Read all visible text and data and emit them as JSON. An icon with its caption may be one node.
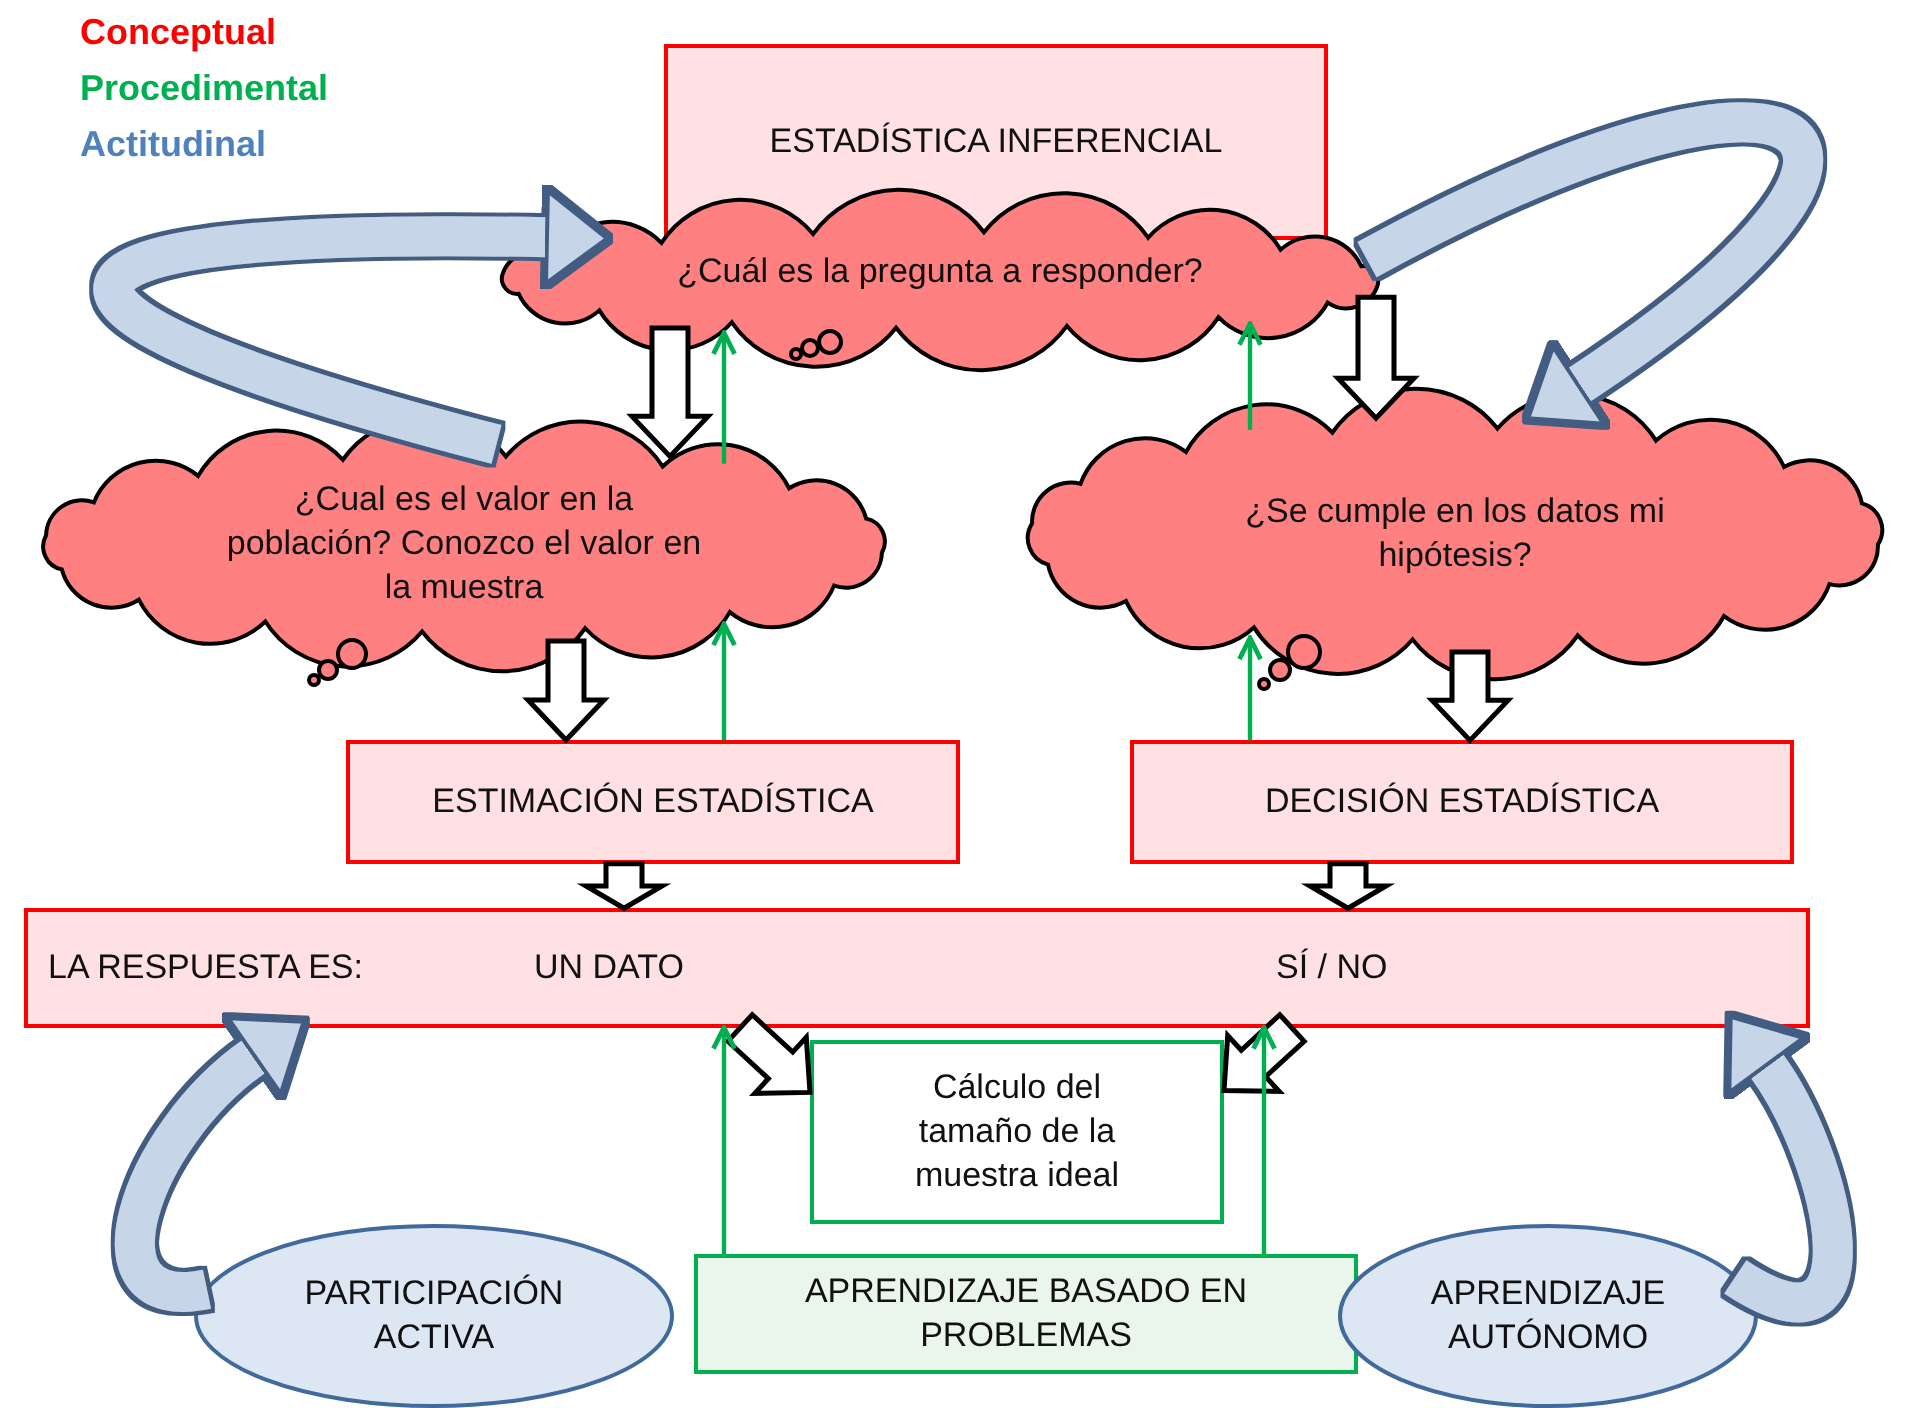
{
  "diagram": {
    "nodes": [
      {
        "text": [
          "ESTADÍSTICA INFERENCIAL"
        ]
      },
      {
        "text": [
          "¿Cuál es la pregunta a responder?"
        ]
      },
      {
        "text": [
          "¿Cual es el valor en la población? Conozco el valor en la muestra"
        ]
      },
      {
        "text": [
          "¿Se cumple en los datos mi hipótesis?"
        ]
      },
      {
        "text": [
          "ESTIMACIÓN ESTADÍSTICA"
        ]
      },
      {
        "text": [
          "DECISIÓN ESTADÍSTICA"
        ]
      },
      {
        "text": [
          "LA RESPUESTA ES:",
          "UN DATO",
          "SÍ / NO"
        ]
      },
      {
        "text": [
          "Cálculo del tamaño de la muestra ideal"
        ]
      },
      {
        "text": [
          "APRENDIZAJE BASADO EN PROBLEMAS"
        ]
      },
      {
        "text": [
          "PARTICIPACIÓN ACTIVA"
        ]
      },
      {
        "text": [
          "APRENDIZAJE AUTÓNOMO"
        ]
      }
    ],
    "edges": [
      {
        "from": 1,
        "to": 2,
        "arrow": "to",
        "style": "thick"
      },
      {
        "from": 2,
        "to": 1,
        "arrow": "to",
        "color": "#00b050"
      },
      {
        "from": 2,
        "to": 4,
        "arrow": "to",
        "style": "thick"
      },
      {
        "from": 4,
        "to": 2,
        "arrow": "to",
        "color": "#00b050"
      },
      {
        "from": 1,
        "to": 3,
        "arrow": "to",
        "style": "thick"
      },
      {
        "from": 3,
        "to": 1,
        "arrow": "to",
        "color": "#00b050"
      },
      {
        "from": 3,
        "to": 5,
        "arrow": "to",
        "style": "thick"
      },
      {
        "from": 5,
        "to": 3,
        "arrow": "to",
        "color": "#00b050"
      },
      {
        "from": 4,
        "to": 6,
        "arrow": "to",
        "style": "thick"
      },
      {
        "from": 5,
        "to": 6,
        "arrow": "to",
        "style": "thick"
      },
      {
        "from": 6,
        "to": 7,
        "arrow": "to",
        "style": "thick"
      },
      {
        "from": 6,
        "to": 7,
        "arrow": "to",
        "style": "thick"
      },
      {
        "from": 8,
        "to": 6,
        "arrow": "to",
        "color": "#00b050"
      },
      {
        "from": 8,
        "to": 6,
        "arrow": "to",
        "color": "#00b050"
      },
      {
        "from": 2,
        "to": 1,
        "arrow": "to",
        "style": "thick",
        "color": "#c6d5e8"
      },
      {
        "from": 1,
        "to": 3,
        "arrow": "to",
        "style": "thick",
        "color": "#c6d5e8"
      },
      {
        "from": 9,
        "to": 6,
        "arrow": "to",
        "style": "thick",
        "color": "#c6d5e8"
      },
      {
        "from": 10,
        "to": 6,
        "arrow": "to",
        "style": "thick",
        "color": "#c6d5e8"
      }
    ],
    "legend": [
      {
        "text": "Conceptual",
        "color": "#ff0000"
      },
      {
        "text": "Procedimental",
        "color": "#00b050"
      },
      {
        "text": "Actitudinal",
        "color": "#4f81bd"
      }
    ]
  }
}
